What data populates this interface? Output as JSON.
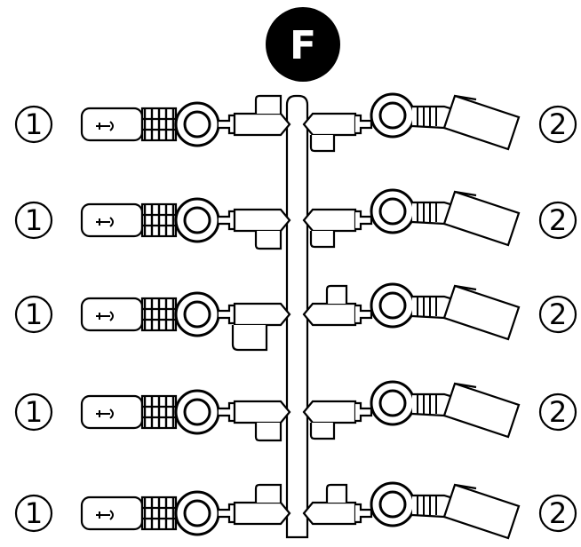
{
  "figure": {
    "badge_letter": "F",
    "rows": [
      {
        "left_label": "1",
        "right_label": "2",
        "left_stub": "up",
        "right_stub": "down"
      },
      {
        "left_label": "1",
        "right_label": "2",
        "left_stub": "down",
        "right_stub": "down"
      },
      {
        "left_label": "1",
        "right_label": "2",
        "left_stub": "down-long",
        "right_stub": "up"
      },
      {
        "left_label": "1",
        "right_label": "2",
        "left_stub": "down",
        "right_stub": "down"
      },
      {
        "left_label": "1",
        "right_label": "2",
        "left_stub": "up",
        "right_stub": "up"
      }
    ],
    "stroke_color": "#000000",
    "badge_color": "#000000"
  }
}
